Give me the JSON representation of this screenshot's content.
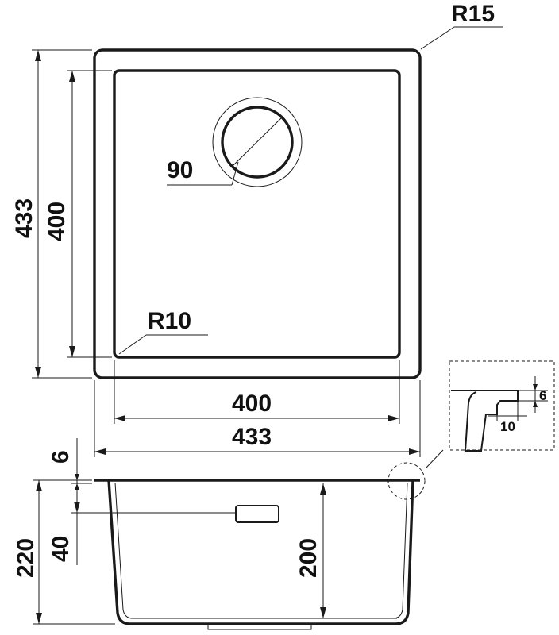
{
  "labels": {
    "corner_outer": "R15",
    "corner_inner": "R10",
    "drain_diameter": "90",
    "height_outer": "433",
    "height_inner": "400",
    "width_inner": "400",
    "width_outer": "433",
    "rim_thickness": "6",
    "total_depth": "220",
    "overflow_offset": "40",
    "bowl_depth": "200",
    "detail_height": "6",
    "detail_width": "10"
  }
}
